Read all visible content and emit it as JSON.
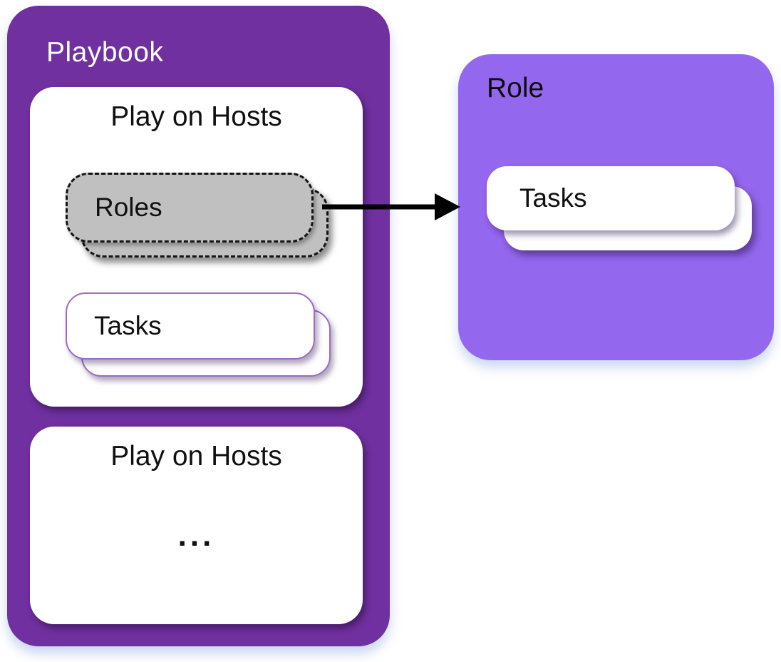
{
  "playbook": {
    "title": "Playbook",
    "plays": [
      {
        "title": "Play on Hosts",
        "roles_label": "Roles",
        "tasks_label": "Tasks"
      },
      {
        "title": "Play on Hosts",
        "ellipsis": "..."
      }
    ]
  },
  "role": {
    "title": "Role",
    "tasks_label": "Tasks"
  },
  "arrow": {
    "from": "roles-stack",
    "to": "role-container"
  },
  "colors": {
    "playbook-purple": "#7030A0",
    "role-purple": "#9467EF",
    "roles-gray": "#C0C0C0",
    "tasks-border-purple": "#9B6BC9",
    "arrow-black": "#000000"
  }
}
